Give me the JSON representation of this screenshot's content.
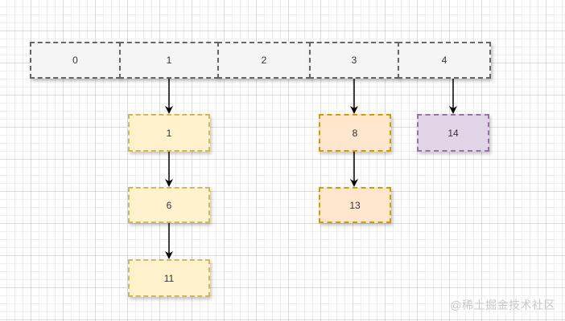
{
  "array": {
    "cells": [
      "0",
      "1",
      "2",
      "3",
      "4"
    ]
  },
  "chains": {
    "index1": [
      "1",
      "6",
      "11"
    ],
    "index3": [
      "8",
      "13"
    ],
    "index4": [
      "14"
    ]
  },
  "watermark": "@稀土掘金技术社区",
  "colors": {
    "array_fill": "#f5f5f5",
    "array_border": "#666666",
    "yellow_fill": "#fff2cc",
    "yellow_border": "#d6b656",
    "orange_fill": "#ffe6cc",
    "orange_border": "#d79b00",
    "purple_fill": "#e1d5e7",
    "purple_border": "#9673a6",
    "arrow": "#000000"
  }
}
